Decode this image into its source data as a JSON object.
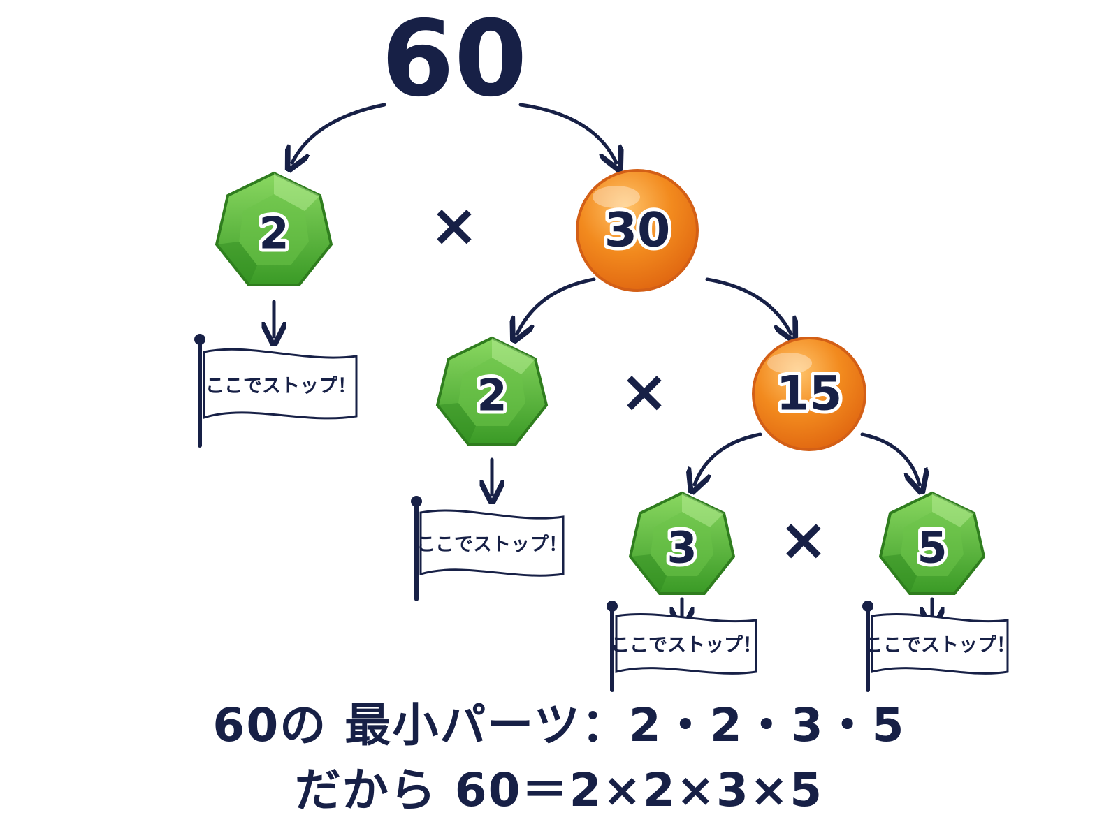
{
  "tree": {
    "root": "60",
    "level1": {
      "left": "2",
      "op": "×",
      "right": "30"
    },
    "level2": {
      "left": "2",
      "op": "×",
      "right": "15"
    },
    "level3": {
      "left": "3",
      "op": "×",
      "right": "5"
    }
  },
  "flag_label": "ここでストップ！",
  "summary": {
    "line1": "60の 最小パーツ：2・2・3・5",
    "line2": "だから 60＝2×2×3×5"
  },
  "colors": {
    "ink": "#172046",
    "gem": "#45a82f",
    "gem_light": "#7fd35a",
    "ball": "#f28a1e",
    "ball_edge": "#d9611a"
  },
  "icons": {
    "prime": "green-gem-icon",
    "composite": "orange-ball-icon",
    "stop": "flag-icon"
  }
}
